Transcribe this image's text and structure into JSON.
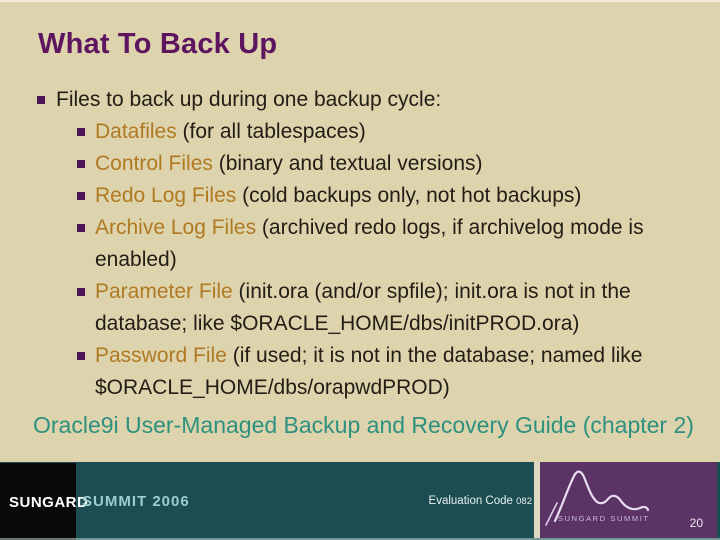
{
  "title": "What To Back Up",
  "content": {
    "intro": "Files to back up during one backup cycle:",
    "items": [
      {
        "lead": "Datafiles",
        "rest": " (for all tablespaces)"
      },
      {
        "lead": "Control Files",
        "rest": " (binary and textual versions)"
      },
      {
        "lead": "Redo Log Files",
        "rest": " (cold backups only, not hot backups)"
      },
      {
        "lead": "Archive Log Files",
        "rest": " (archived redo logs, if archivelog mode is enabled)"
      },
      {
        "lead": "Parameter File",
        "rest": " (init.ora (and/or spfile); init.ora is not in the database; like $ORACLE_HOME/dbs/initPROD.ora)"
      },
      {
        "lead": "Password File",
        "rest": " (if used; it is not in the database; named like $ORACLE_HOME/dbs/orapwdPROD)"
      }
    ]
  },
  "citation": "Oracle9i User-Managed Backup and Recovery Guide (chapter 2)",
  "footer": {
    "brand": "SUNGARD",
    "event": "SUMMIT 2006",
    "evaluation_label": "Evaluation Code",
    "evaluation_code": "082",
    "logo_text": "SUNGARD SUMMIT",
    "page_number": "20"
  },
  "colors": {
    "background": "#ddd3ad",
    "title": "#5e1560",
    "keyword": "#b07a22",
    "body_text": "#221d15",
    "citation": "#2e9180",
    "footer_teal": "#1b4d52",
    "logo_black": "#0a0a0a",
    "event_text": "#9ccdd0",
    "purple_box": "#5b3365",
    "bullet": "#4d1458"
  }
}
